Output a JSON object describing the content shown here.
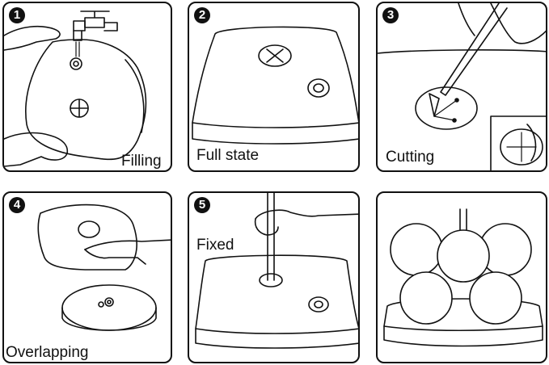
{
  "panels": [
    {
      "number": "1",
      "caption": "Filling"
    },
    {
      "number": "2",
      "caption": "Full state"
    },
    {
      "number": "3",
      "caption": "Cutting"
    },
    {
      "number": "4",
      "caption": "Overlapping"
    },
    {
      "number": "5",
      "caption": "Fixed"
    },
    {
      "number": "",
      "caption": ""
    }
  ]
}
